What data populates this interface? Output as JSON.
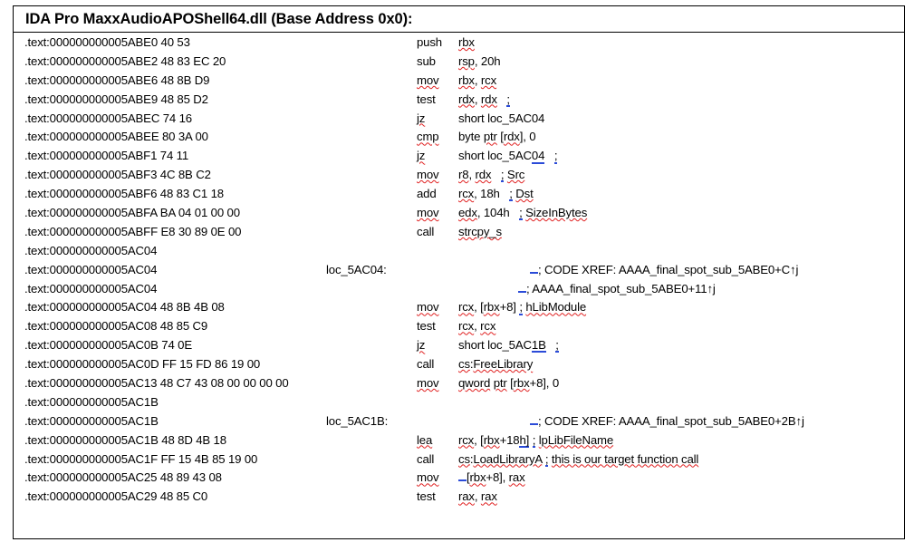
{
  "window": {
    "title": "IDA Pro MaxxAudioAPOShell64.dll (Base Address 0x0):",
    "border_color": "#000000",
    "background": "#ffffff",
    "squiggle_color": "#e02020",
    "grammar_underline_color": "#2b4bd8"
  },
  "listing": {
    "segment_prefix": ".text:",
    "rows": [
      {
        "addr": ".text:000000000005ABE0 40 53",
        "label": "",
        "mnem": "push",
        "ops": "rbx",
        "comment": ""
      },
      {
        "addr": ".text:000000000005ABE2 48 83 EC 20",
        "label": "",
        "mnem": "sub",
        "ops": "rsp, 20h",
        "comment": ""
      },
      {
        "addr": ".text:000000000005ABE6 48 8B D9",
        "label": "",
        "mnem": "mov",
        "ops": "rbx, rcx",
        "comment": ""
      },
      {
        "addr": ".text:000000000005ABE9 48 85 D2",
        "label": "",
        "mnem": "test",
        "ops": "rdx, rdx",
        "comment": ";"
      },
      {
        "addr": ".text:000000000005ABEC 74 16",
        "label": "",
        "mnem": "jz",
        "ops": "short loc_5AC04",
        "comment": ""
      },
      {
        "addr": ".text:000000000005ABEE 80 3A 00",
        "label": "",
        "mnem": "cmp",
        "ops": "byte ptr [rdx], 0",
        "comment": ""
      },
      {
        "addr": ".text:000000000005ABF1 74 11",
        "label": "",
        "mnem": "jz",
        "ops": "short loc_5AC04",
        "comment": ";"
      },
      {
        "addr": ".text:000000000005ABF3 4C 8B C2",
        "label": "",
        "mnem": "mov",
        "ops": "r8, rdx",
        "comment": "; Src"
      },
      {
        "addr": ".text:000000000005ABF6 48 83 C1 18",
        "label": "",
        "mnem": "add",
        "ops": "rcx, 18h",
        "comment": "; Dst"
      },
      {
        "addr": ".text:000000000005ABFA BA 04 01 00 00",
        "label": "",
        "mnem": "mov",
        "ops": "edx, 104h",
        "comment": "; SizeInBytes"
      },
      {
        "addr": ".text:000000000005ABFF E8 30 89 0E 00",
        "label": "",
        "mnem": "call",
        "ops": "strcpy_s",
        "comment": ""
      },
      {
        "addr": ".text:000000000005AC04",
        "label": "",
        "mnem": "",
        "ops": "",
        "comment": ""
      },
      {
        "addr": ".text:000000000005AC04",
        "label": "loc_5AC04:",
        "mnem": "",
        "ops": "",
        "comment": "; CODE XREF: AAAA_final_spot_sub_5ABE0+C↑j",
        "kind": "xref"
      },
      {
        "addr": ".text:000000000005AC04",
        "label": "",
        "mnem": "",
        "ops": "",
        "comment": "; AAAA_final_spot_sub_5ABE0+11↑j",
        "kind": "xref2"
      },
      {
        "addr": ".text:000000000005AC04 48 8B 4B 08",
        "label": "",
        "mnem": "mov",
        "ops": "rcx, [rbx+8]",
        "comment": "; hLibModule"
      },
      {
        "addr": ".text:000000000005AC08 48 85 C9",
        "label": "",
        "mnem": "test",
        "ops": "rcx, rcx",
        "comment": ""
      },
      {
        "addr": ".text:000000000005AC0B 74 0E",
        "label": "",
        "mnem": "jz",
        "ops": "short loc_5AC1B",
        "comment": ";"
      },
      {
        "addr": ".text:000000000005AC0D FF 15 FD 86 19 00",
        "label": "",
        "mnem": "call",
        "ops": "cs:FreeLibrary",
        "comment": ""
      },
      {
        "addr": ".text:000000000005AC13 48 C7 43 08 00 00 00 00",
        "label": "",
        "mnem": "mov",
        "ops": "qword ptr [rbx+8], 0",
        "comment": ""
      },
      {
        "addr": ".text:000000000005AC1B",
        "label": "",
        "mnem": "",
        "ops": "",
        "comment": ""
      },
      {
        "addr": ".text:000000000005AC1B",
        "label": "loc_5AC1B:",
        "mnem": "",
        "ops": "",
        "comment": "; CODE XREF: AAAA_final_spot_sub_5ABE0+2B↑j",
        "kind": "xref"
      },
      {
        "addr": ".text:000000000005AC1B 48 8D 4B 18",
        "label": "",
        "mnem": "lea",
        "ops": "rcx, [rbx+18h]",
        "comment": "; lpLibFileName"
      },
      {
        "addr": ".text:000000000005AC1F FF 15 4B 85 19 00",
        "label": "",
        "mnem": "call",
        "ops": "cs:LoadLibraryA",
        "comment": "; this is our target function call"
      },
      {
        "addr": ".text:000000000005AC25 48 89 43 08",
        "label": "",
        "mnem": "mov",
        "ops": "[rbx+8], rax",
        "comment": ""
      },
      {
        "addr": ".text:000000000005AC29 48 85 C0",
        "label": "",
        "mnem": "test",
        "ops": "rax, rax",
        "comment": ""
      }
    ]
  }
}
